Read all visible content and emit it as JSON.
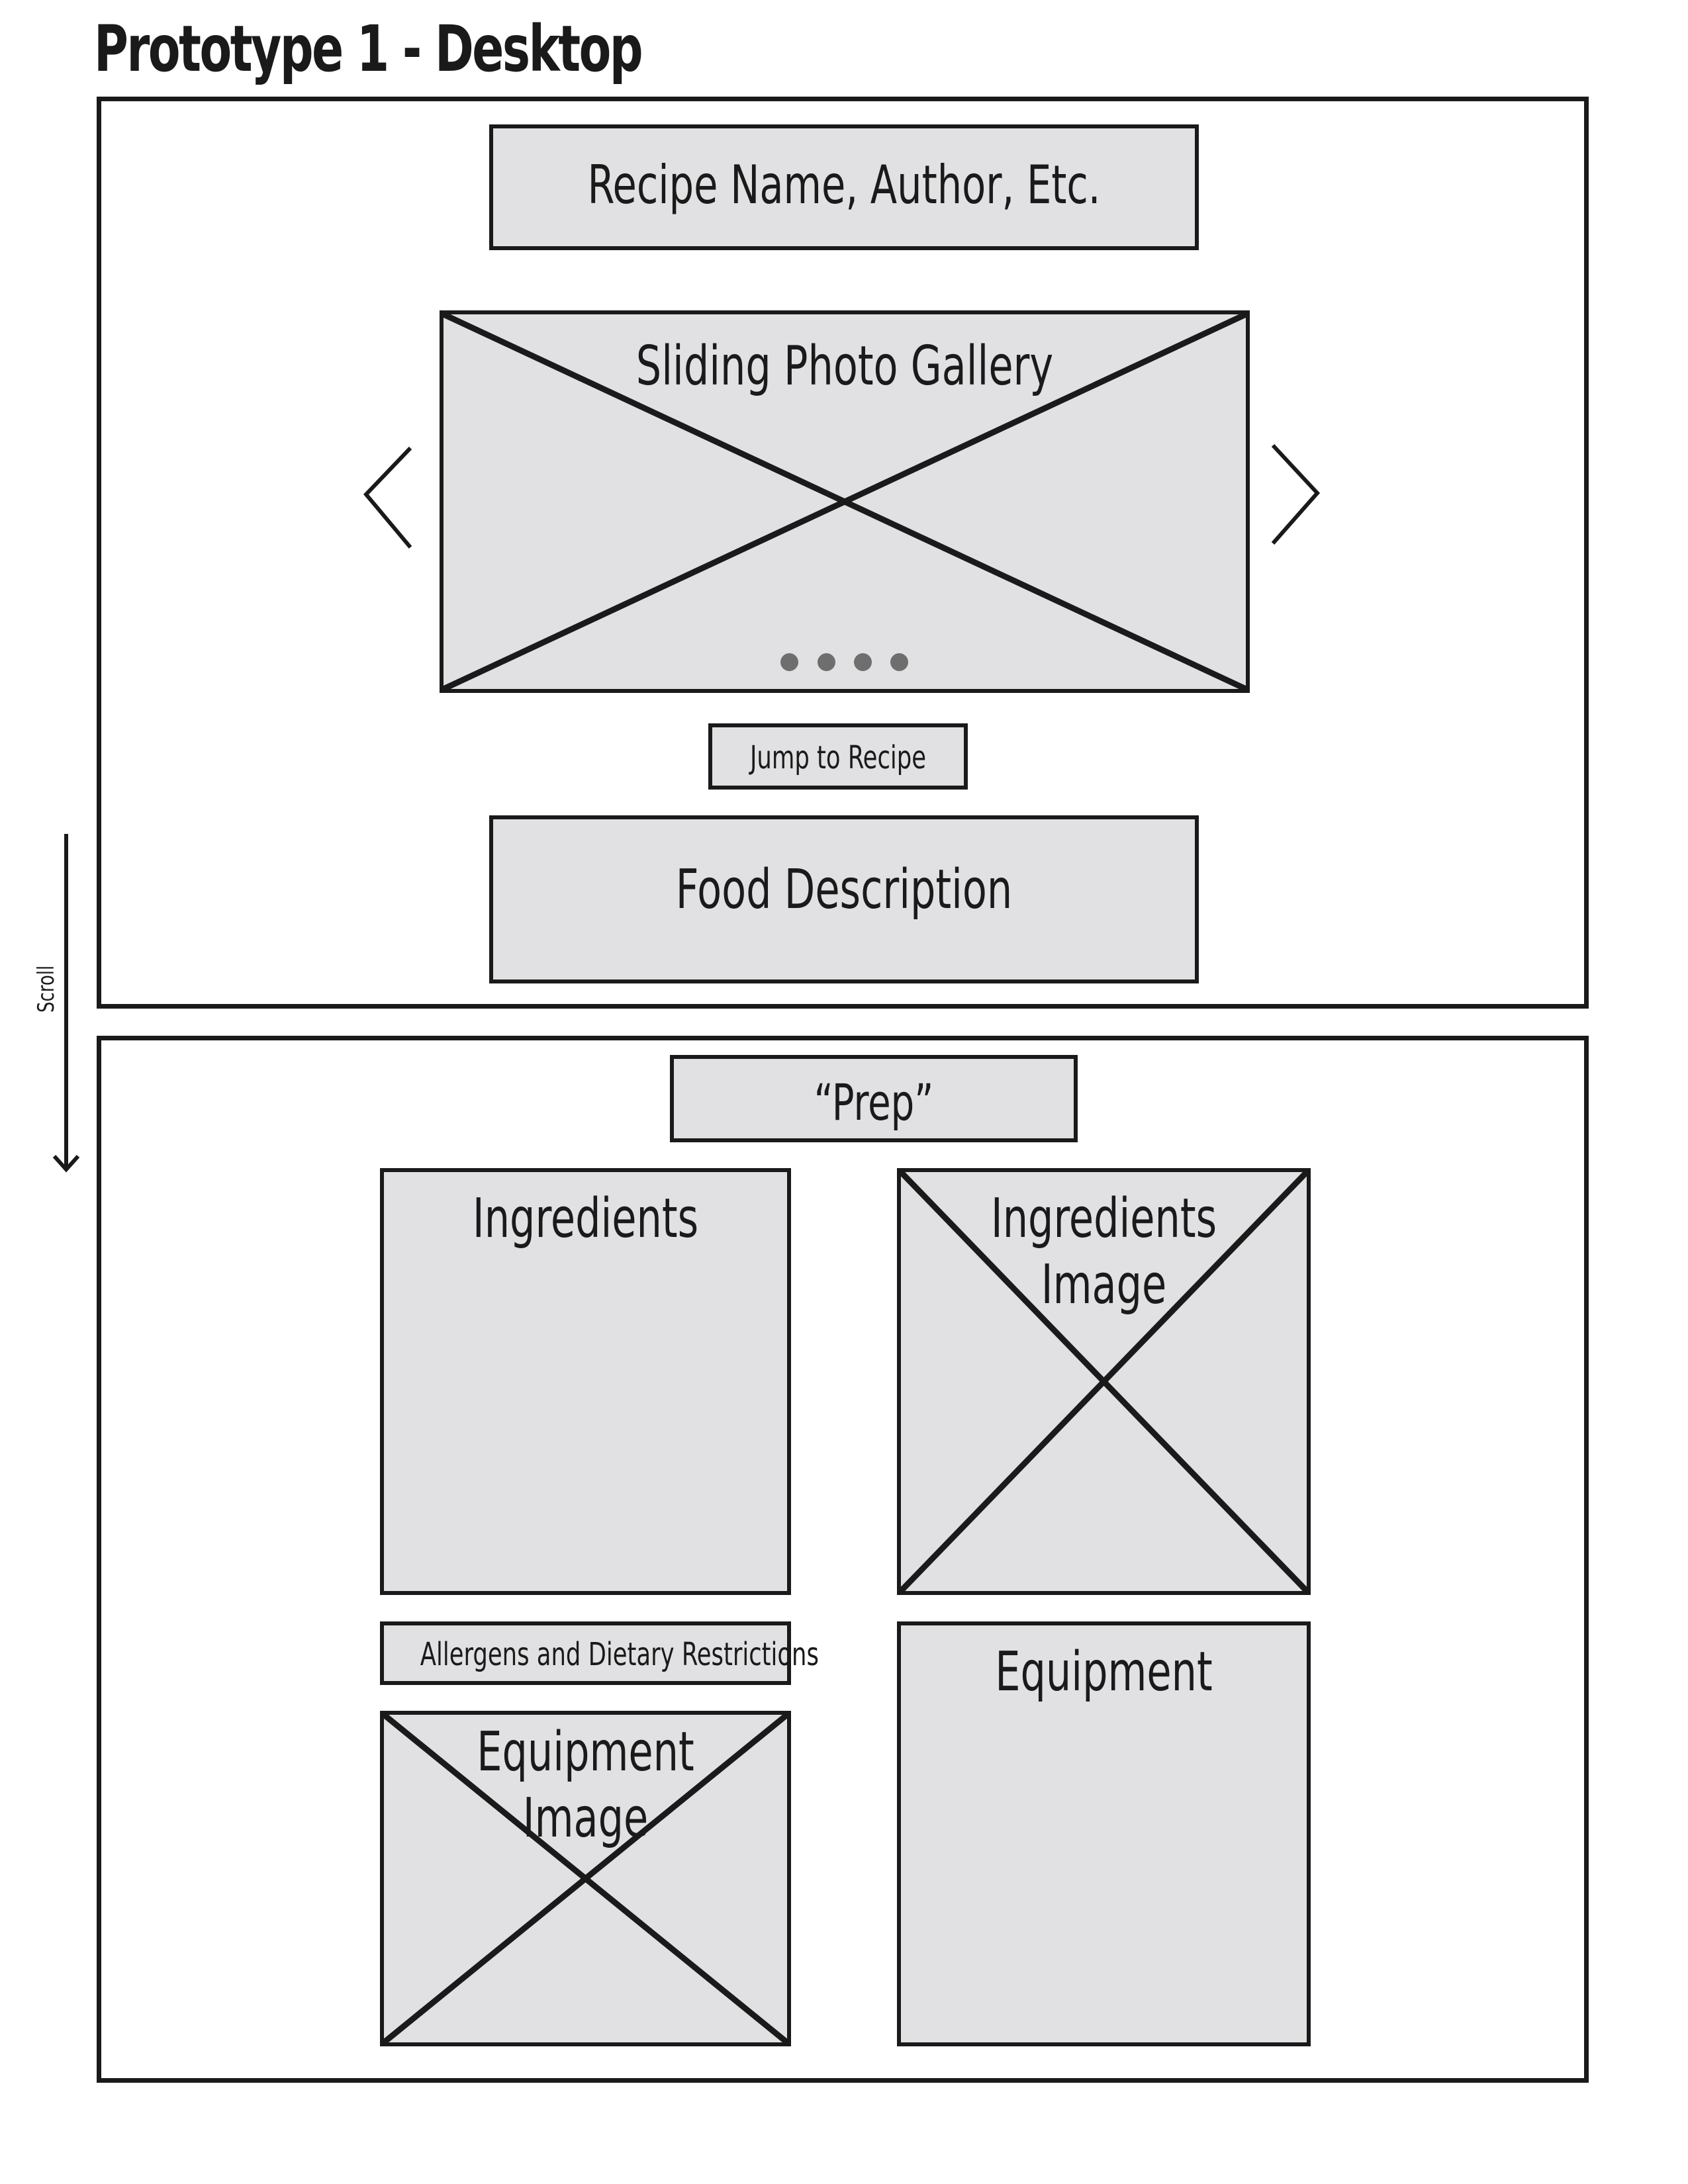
{
  "title": "Prototype 1 - Desktop",
  "scroll_label": "Scroll",
  "top_frame": {
    "recipe_header": "Recipe Name, Author, Etc.",
    "gallery_title": "Sliding Photo Gallery",
    "gallery_dots": 4,
    "jump_button": "Jump to Recipe",
    "food_description": "Food Description"
  },
  "bottom_frame": {
    "prep": "“Prep”",
    "ingredients": "Ingredients",
    "ingredients_image_line1": "Ingredients",
    "ingredients_image_line2": "Image",
    "allergens": "Allergens and Dietary Restrictions",
    "equipment_image_line1": "Equipment",
    "equipment_image_line2": "Image",
    "equipment": "Equipment"
  },
  "colors": {
    "stroke": "#1a1a1a",
    "box_fill": "#e1e1e3",
    "dot": "#6e6e6e",
    "background": "#ffffff"
  },
  "icons": [
    "chevron-left-icon",
    "chevron-right-icon",
    "scroll-down-arrow-icon"
  ]
}
